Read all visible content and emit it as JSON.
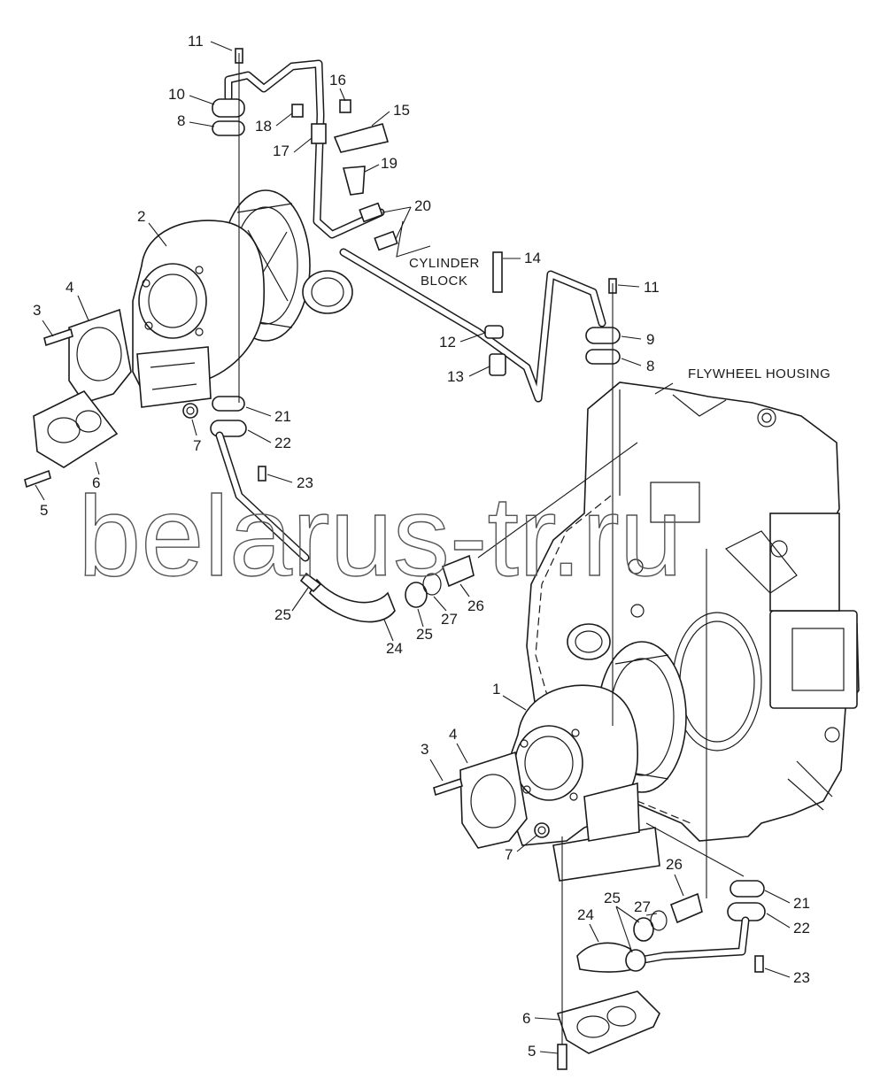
{
  "labels": {
    "cylinder_block_line1": "CYLINDER",
    "cylinder_block_line2": "BLOCK",
    "flywheel_housing": "FLYWHEEL HOUSING"
  },
  "watermark": "belarus-tr.ru",
  "callouts": {
    "upper": {
      "n11": "11",
      "n10": "10",
      "n8": "8",
      "n16": "16",
      "n15": "15",
      "n18": "18",
      "n17": "17",
      "n19": "19",
      "n20": "20",
      "n2": "2",
      "n4": "4",
      "n3": "3",
      "n14": "14",
      "n11b": "11",
      "n9": "9",
      "n8b": "8",
      "n12": "12",
      "n13": "13",
      "n21": "21",
      "n22": "22",
      "n7": "7",
      "n6": "6",
      "n5": "5",
      "n23": "23",
      "n25a": "25",
      "n24": "24",
      "n25b": "25",
      "n27": "27",
      "n26": "26"
    },
    "lower": {
      "n1": "1",
      "n4": "4",
      "n3": "3",
      "n7": "7",
      "n26": "26",
      "n21": "21",
      "n27": "27",
      "n25": "25",
      "n22": "22",
      "n24": "24",
      "n23": "23",
      "n6": "6",
      "n5": "5"
    }
  }
}
